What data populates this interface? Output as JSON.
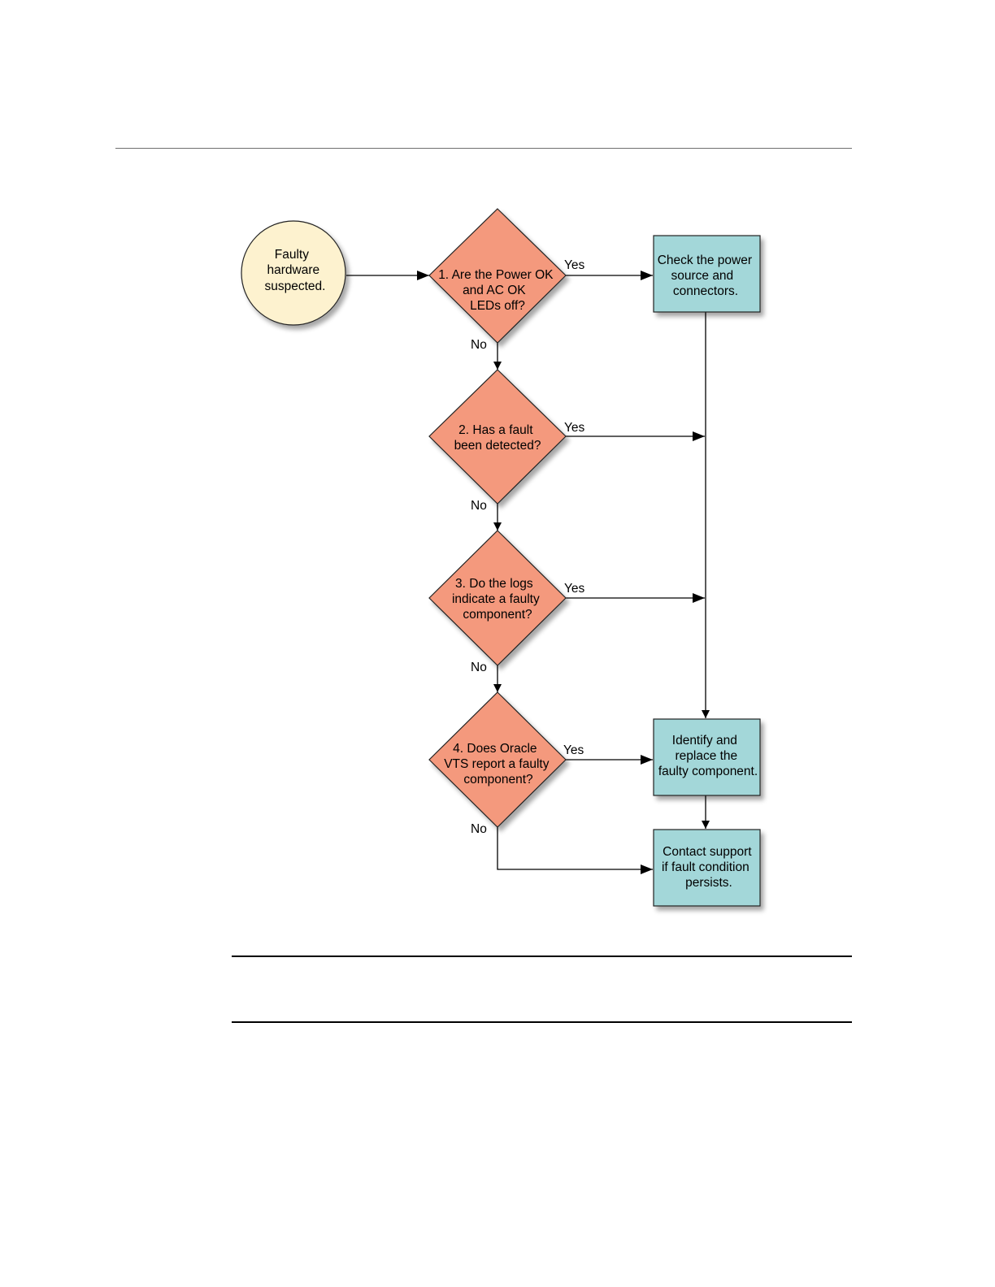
{
  "diagram": {
    "colors": {
      "start": "#fdf2cf",
      "decision": "#f4997d",
      "process": "#a3d7d9",
      "stroke": "#222222",
      "line": "#000000"
    },
    "start": {
      "lines": [
        "Faulty",
        "hardware",
        "suspected."
      ]
    },
    "decisions": [
      {
        "id": "d1",
        "lines": [
          "1. Are the Power OK",
          "and AC OK",
          "LEDs off?"
        ],
        "yes": "Yes",
        "no": "No"
      },
      {
        "id": "d2",
        "lines": [
          "2. Has a fault",
          "been detected?"
        ],
        "yes": "Yes",
        "no": "No"
      },
      {
        "id": "d3",
        "lines": [
          "3. Do the logs",
          "indicate a faulty",
          "component?"
        ],
        "yes": "Yes",
        "no": "No"
      },
      {
        "id": "d4",
        "lines": [
          "4. Does Oracle",
          "VTS report a faulty",
          "component?"
        ],
        "yes": "Yes",
        "no": "No"
      }
    ],
    "processes": [
      {
        "id": "p1",
        "lines": [
          "Check the power",
          "source and",
          "connectors."
        ]
      },
      {
        "id": "p2",
        "lines": [
          "Identify and",
          "replace the",
          "faulty component."
        ]
      },
      {
        "id": "p3",
        "lines": [
          "Contact support",
          "if fault condition",
          "persists."
        ]
      }
    ]
  }
}
